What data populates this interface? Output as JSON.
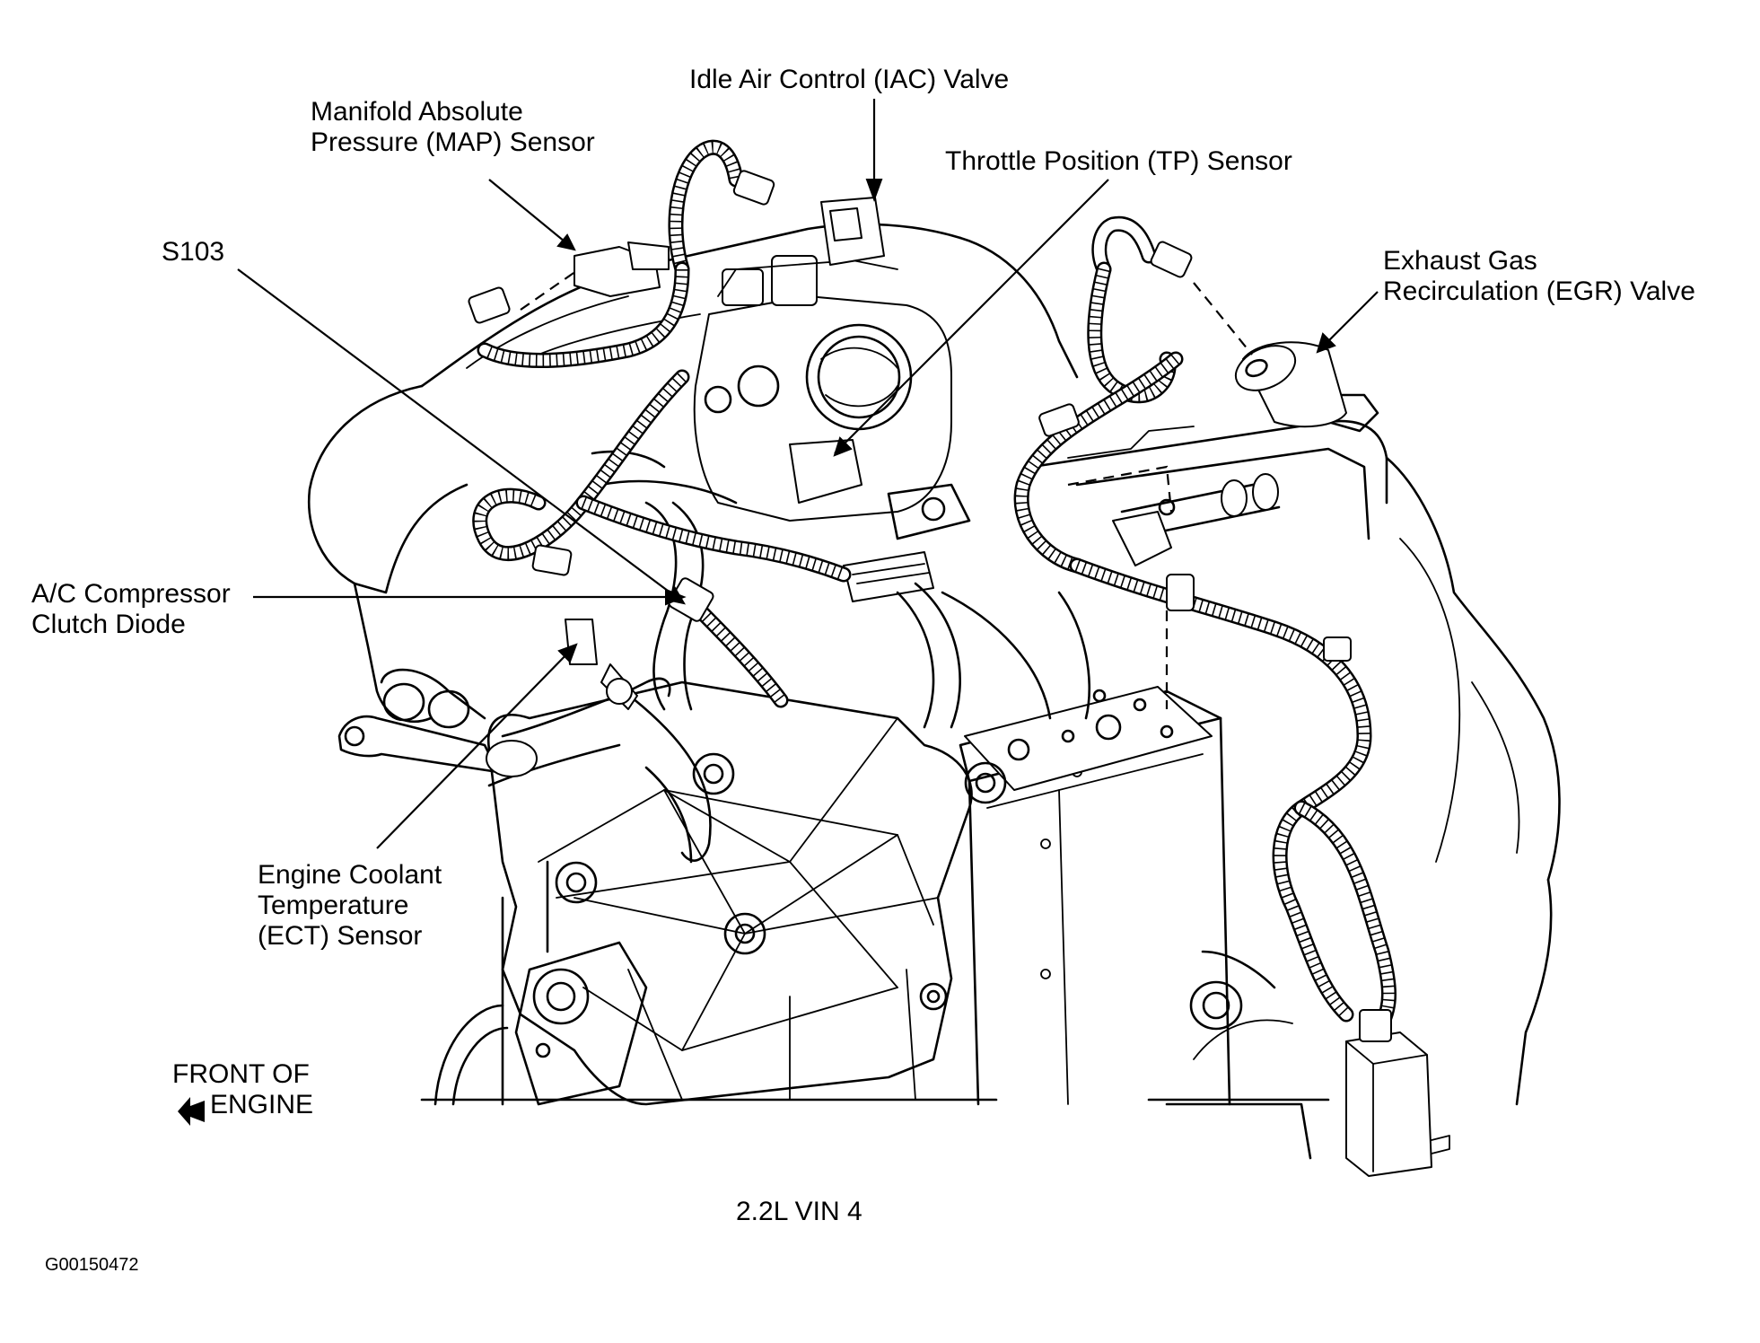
{
  "labels": {
    "map_sensor": [
      "Manifold Absolute",
      "Pressure (MAP) Sensor"
    ],
    "iac_valve": "Idle Air Control (IAC) Valve",
    "tp_sensor": "Throttle Position (TP) Sensor",
    "s103": "S103",
    "egr_valve": [
      "Exhaust Gas",
      "Recirculation (EGR) Valve"
    ],
    "ac_diode": [
      "A/C Compressor",
      "Clutch Diode"
    ],
    "ect_sensor": [
      "Engine Coolant",
      "Temperature",
      "(ECT) Sensor"
    ],
    "front_of_engine": [
      "FRONT OF",
      "ENGINE"
    ]
  },
  "caption": "2.2L VIN 4",
  "figure_id": "G00150472"
}
